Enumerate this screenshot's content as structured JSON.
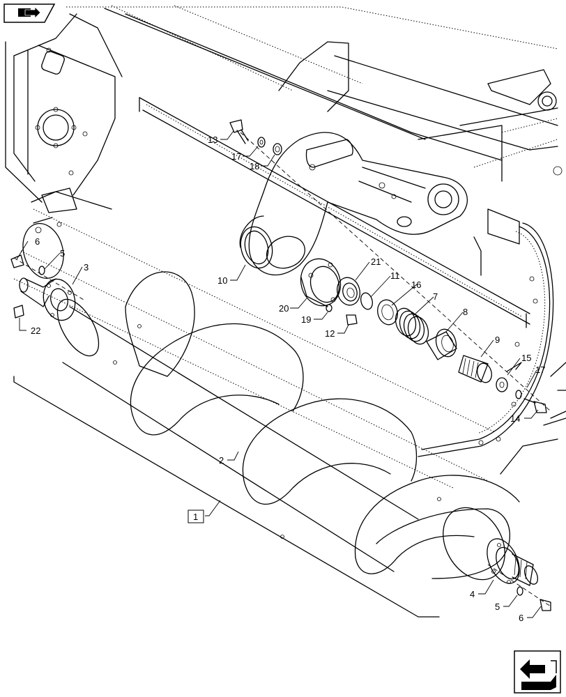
{
  "diagram": {
    "callouts": [
      {
        "id": "lbl-13",
        "text": "13"
      },
      {
        "id": "lbl-17a",
        "text": "17"
      },
      {
        "id": "lbl-18",
        "text": "18"
      },
      {
        "id": "lbl-6a",
        "text": "6"
      },
      {
        "id": "lbl-5a",
        "text": "5"
      },
      {
        "id": "lbl-3",
        "text": "3"
      },
      {
        "id": "lbl-22",
        "text": "22"
      },
      {
        "id": "lbl-10",
        "text": "10"
      },
      {
        "id": "lbl-21",
        "text": "21"
      },
      {
        "id": "lbl-11",
        "text": "11"
      },
      {
        "id": "lbl-16",
        "text": "16"
      },
      {
        "id": "lbl-7",
        "text": "7"
      },
      {
        "id": "lbl-20",
        "text": "20"
      },
      {
        "id": "lbl-19",
        "text": "19"
      },
      {
        "id": "lbl-12",
        "text": "12"
      },
      {
        "id": "lbl-8",
        "text": "8"
      },
      {
        "id": "lbl-9",
        "text": "9"
      },
      {
        "id": "lbl-15",
        "text": "15"
      },
      {
        "id": "lbl-17b",
        "text": "17"
      },
      {
        "id": "lbl-14",
        "text": "14"
      },
      {
        "id": "lbl-2",
        "text": "2"
      },
      {
        "id": "lbl-1",
        "text": "1"
      },
      {
        "id": "lbl-4",
        "text": "4"
      },
      {
        "id": "lbl-5b",
        "text": "5"
      },
      {
        "id": "lbl-6b",
        "text": "6"
      }
    ]
  },
  "icons": {
    "top_left": "book-arrow-icon",
    "bottom_right": "return-arrow-icon"
  }
}
